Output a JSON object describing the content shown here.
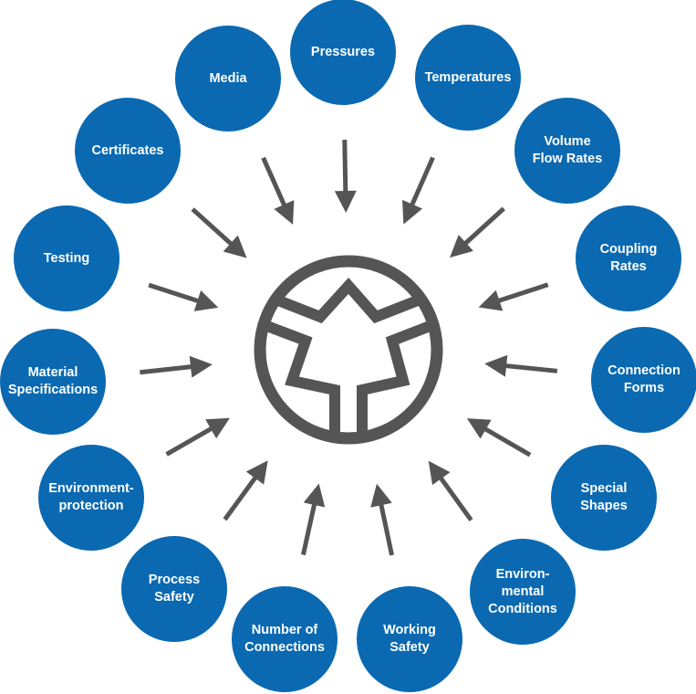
{
  "colors": {
    "bubble": "#0a69b1",
    "arrow": "#555555",
    "logo": "#555555"
  },
  "center_logo": "logo-icon",
  "factors": [
    {
      "label": "Pressures"
    },
    {
      "label": "Temperatures"
    },
    {
      "label": "Volume\nFlow Rates"
    },
    {
      "label": "Coupling\nRates"
    },
    {
      "label": "Connection\nForms"
    },
    {
      "label": "Special\nShapes"
    },
    {
      "label": "Environ-\nmental\nConditions"
    },
    {
      "label": "Working\nSafety"
    },
    {
      "label": "Number of\nConnections"
    },
    {
      "label": "Process\nSafety"
    },
    {
      "label": "Environment-\nprotection"
    },
    {
      "label": "Material\nSpecifications"
    },
    {
      "label": "Testing"
    },
    {
      "label": "Certificates"
    },
    {
      "label": "Media"
    }
  ]
}
